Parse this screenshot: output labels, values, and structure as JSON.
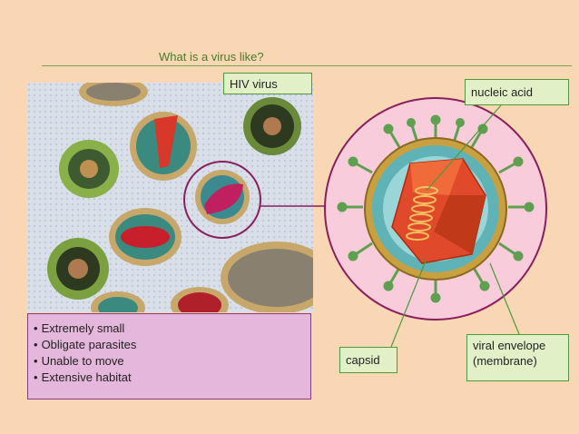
{
  "slide": {
    "title": "What is a virus like?"
  },
  "labels": {
    "hiv_virus": "HIV virus",
    "nucleic_acid": "nucleic acid",
    "capsid": "capsid",
    "viral_envelope_line1": "viral envelope",
    "viral_envelope_line2": "(membrane)"
  },
  "bullets": [
    "Extremely small",
    "Obligate parasites",
    "Unable to move",
    "Extensive habitat"
  ],
  "colors": {
    "background": "#fad7b4",
    "label_box_fill": "#e2f0c8",
    "label_box_border": "#4e9a3a",
    "bullet_box_fill": "#e6b7dc",
    "callout_line": "#8a1f5e",
    "zoom_circle_fill": "#f8ccda",
    "capsid_red": "#e04a2a",
    "envelope_gold": "#c8a040",
    "matrix_teal": "#5fb3b6",
    "spike_green": "#5fa050"
  },
  "icons": {
    "virus_micrograph": "hiv-micrograph-image",
    "virus_model": "hiv-virion-illustration"
  }
}
